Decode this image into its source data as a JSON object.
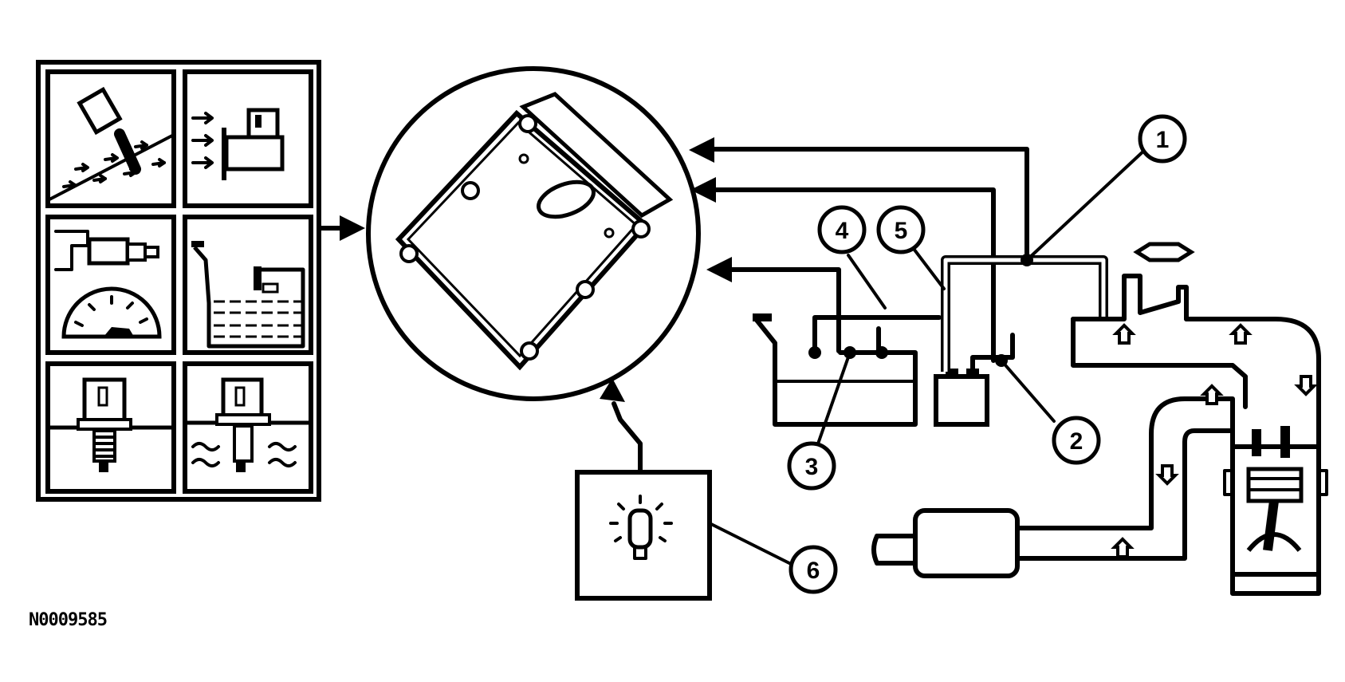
{
  "figure_code": "N0009585",
  "callouts": [
    {
      "id": "1",
      "label": "1"
    },
    {
      "id": "2",
      "label": "2"
    },
    {
      "id": "3",
      "label": "3"
    },
    {
      "id": "4",
      "label": "4"
    },
    {
      "id": "5",
      "label": "5"
    },
    {
      "id": "6",
      "label": "6"
    }
  ],
  "sensor_panels": [
    "oxygen-sensor",
    "mass-air-flow-sensor",
    "vehicle-speed-sensor",
    "fuel-level-sensor",
    "pressure-sensor",
    "temperature-sensor"
  ],
  "colors": {
    "ink": "#000000",
    "paper": "#ffffff"
  }
}
